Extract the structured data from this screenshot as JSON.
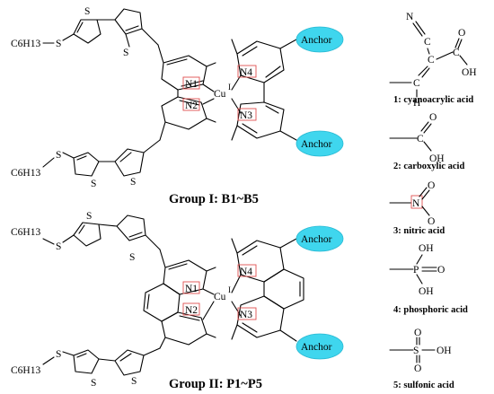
{
  "group1": {
    "title": "Group I: B1~B5",
    "chain_label": "C6H13",
    "sulfur": "S",
    "n1": "N1",
    "n2": "N2",
    "n3": "N3",
    "n4": "N4",
    "metal": "Cu",
    "metal_ox": "I",
    "anchor": "Anchor"
  },
  "group2": {
    "title": "Group II: P1~P5",
    "chain_label": "C6H13",
    "sulfur": "S",
    "n1": "N1",
    "n2": "N2",
    "n3": "N3",
    "n4": "N4",
    "metal": "Cu",
    "metal_ox": "I",
    "anchor": "Anchor"
  },
  "acids": [
    {
      "label": "1: cyanoacrylic acid"
    },
    {
      "label": "2: carboxylic acid"
    },
    {
      "label": "3: nitric acid"
    },
    {
      "label": "4: phosphoric acid"
    },
    {
      "label": "5: sulfonic acid"
    }
  ],
  "atoms": {
    "N": "N",
    "C": "C",
    "H": "H",
    "O": "O",
    "OH": "OH",
    "P": "P",
    "S": "S"
  }
}
